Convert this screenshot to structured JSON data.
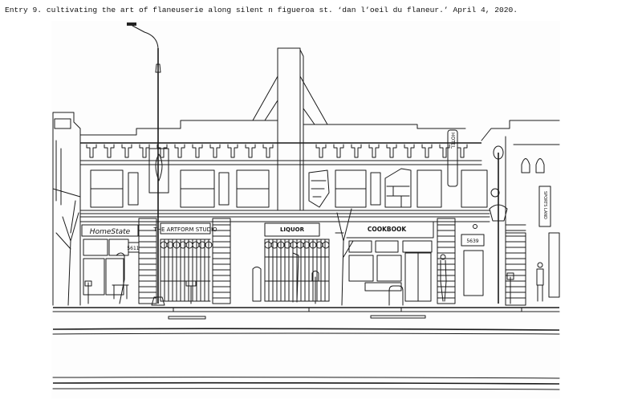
{
  "caption": "Entry 9. cultivating the art of flaneuserie along silent n figueroa st. ‘dan l’oeil du flaneur.’ April 4, 2020.",
  "drawing": {
    "style": "pen line drawing, black on white",
    "signs": {
      "homestate": "HomeState",
      "homestate_number": "5611",
      "artform": "THE ARTFORM STUDIO",
      "liquor": "LIQUOR",
      "cookbook": "COOKBOOK",
      "number_right": "5639",
      "hotel": "HOTEL",
      "sports": "SPORTS LAND"
    }
  }
}
